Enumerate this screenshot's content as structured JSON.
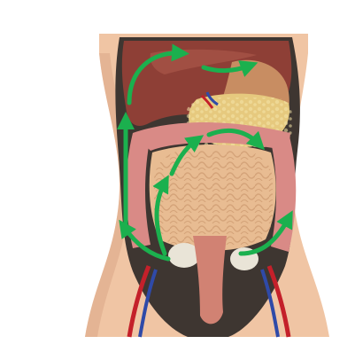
{
  "figure": {
    "subject": "abdominal-cavity-anatomy",
    "colors": {
      "background": "#ffffff",
      "skin": "#f0c5a4",
      "skin_shadow": "#dca98a",
      "cavity": "#3e3631",
      "liver": "#8e3f36",
      "liver_highlight": "#b15d4f",
      "stomach": "#c88d62",
      "omentum": "#e6c97e",
      "small_intestine": "#e8bc92",
      "colon": "#d98a86",
      "uterus": "#d18273",
      "ovary": "#e9e4d7",
      "artery": "#c4202a",
      "vein": "#2f4aa8",
      "arrow": "#1bb04e"
    },
    "arrows": [
      {
        "name": "arrow-top-left-curve",
        "direction": "up-then-right"
      },
      {
        "name": "arrow-top-right-curve",
        "direction": "right"
      },
      {
        "name": "arrow-left-vertical",
        "direction": "up"
      },
      {
        "name": "arrow-middle-left",
        "direction": "up-right"
      },
      {
        "name": "arrow-middle-right",
        "direction": "right-down"
      },
      {
        "name": "arrow-lower-left-curve",
        "direction": "up"
      },
      {
        "name": "arrow-bottom-left",
        "direction": "up-left"
      },
      {
        "name": "arrow-bottom-right",
        "direction": "up-right"
      }
    ]
  }
}
